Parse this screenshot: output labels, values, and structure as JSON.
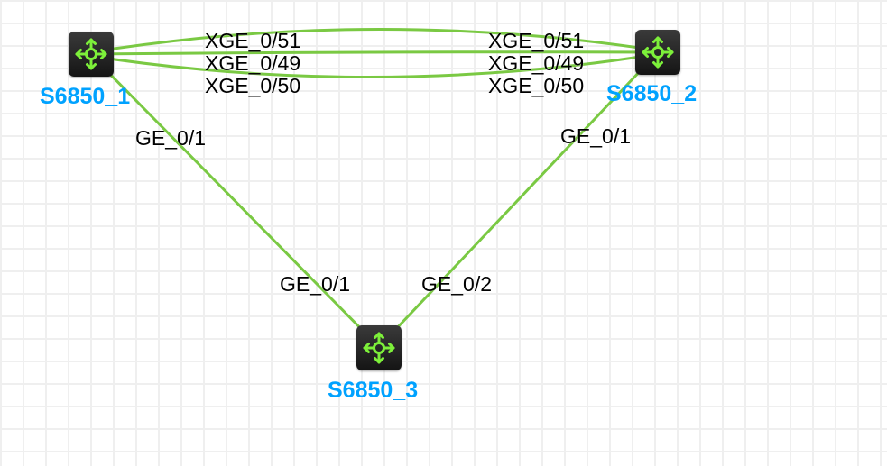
{
  "diagram": {
    "type": "network-topology",
    "link_color": "#7ac943",
    "node_label_color": "#00a2ff",
    "nodes": [
      {
        "id": "n1",
        "label": "S6850_1",
        "icon": "switch-router-icon"
      },
      {
        "id": "n2",
        "label": "S6850_2",
        "icon": "switch-router-icon"
      },
      {
        "id": "n3",
        "label": "S6850_3",
        "icon": "switch-router-icon"
      }
    ],
    "links": [
      {
        "from": "S6850_1",
        "from_port": "XGE_0/51",
        "to": "S6850_2",
        "to_port": "XGE_0/51"
      },
      {
        "from": "S6850_1",
        "from_port": "XGE_0/49",
        "to": "S6850_2",
        "to_port": "XGE_0/49"
      },
      {
        "from": "S6850_1",
        "from_port": "XGE_0/50",
        "to": "S6850_2",
        "to_port": "XGE_0/50"
      },
      {
        "from": "S6850_1",
        "from_port": "GE_0/1",
        "to": "S6850_3",
        "to_port": "GE_0/1"
      },
      {
        "from": "S6850_2",
        "from_port": "GE_0/1",
        "to": "S6850_3",
        "to_port": "GE_0/2"
      }
    ]
  }
}
